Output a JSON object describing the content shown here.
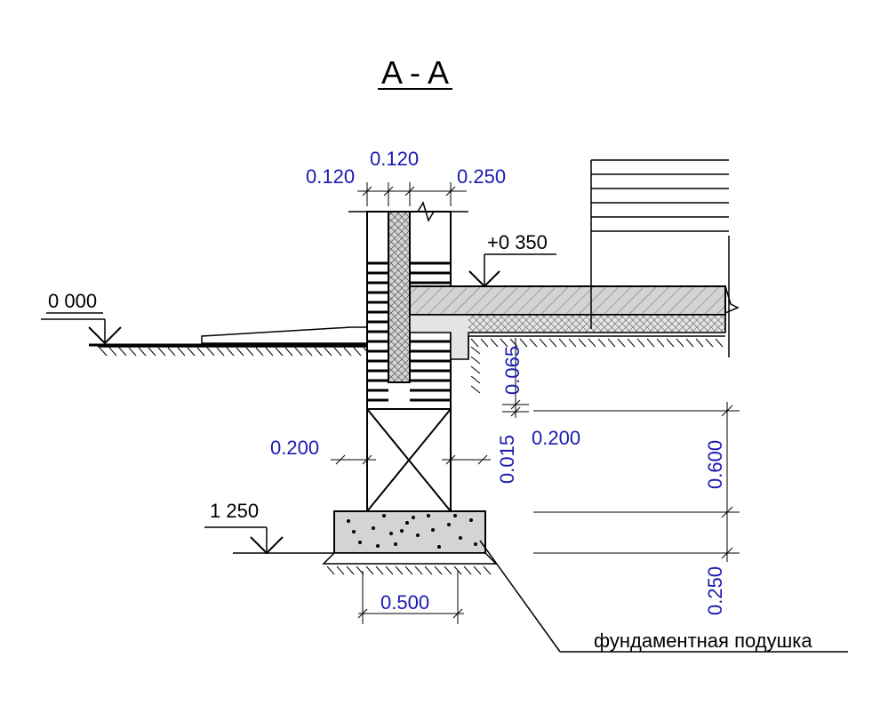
{
  "title": "A - A",
  "levels": {
    "ground": "0 000",
    "floor": "+0 350",
    "footing": "1 250"
  },
  "dimensions": {
    "wall_left": "0.120",
    "wall_mid": "0.120",
    "wall_right": "0.250",
    "offset_left": "0.200",
    "offset_right": "0.200",
    "gap_015": "0.015",
    "gap_065": "0.065",
    "height_600": "0.600",
    "height_250": "0.250",
    "pad_width": "0.500"
  },
  "callout": "фундаментная подушка",
  "colors": {
    "dimension_text": "#1a1ab0",
    "line": "#000000",
    "fill_gray": "#d4d4d4"
  }
}
